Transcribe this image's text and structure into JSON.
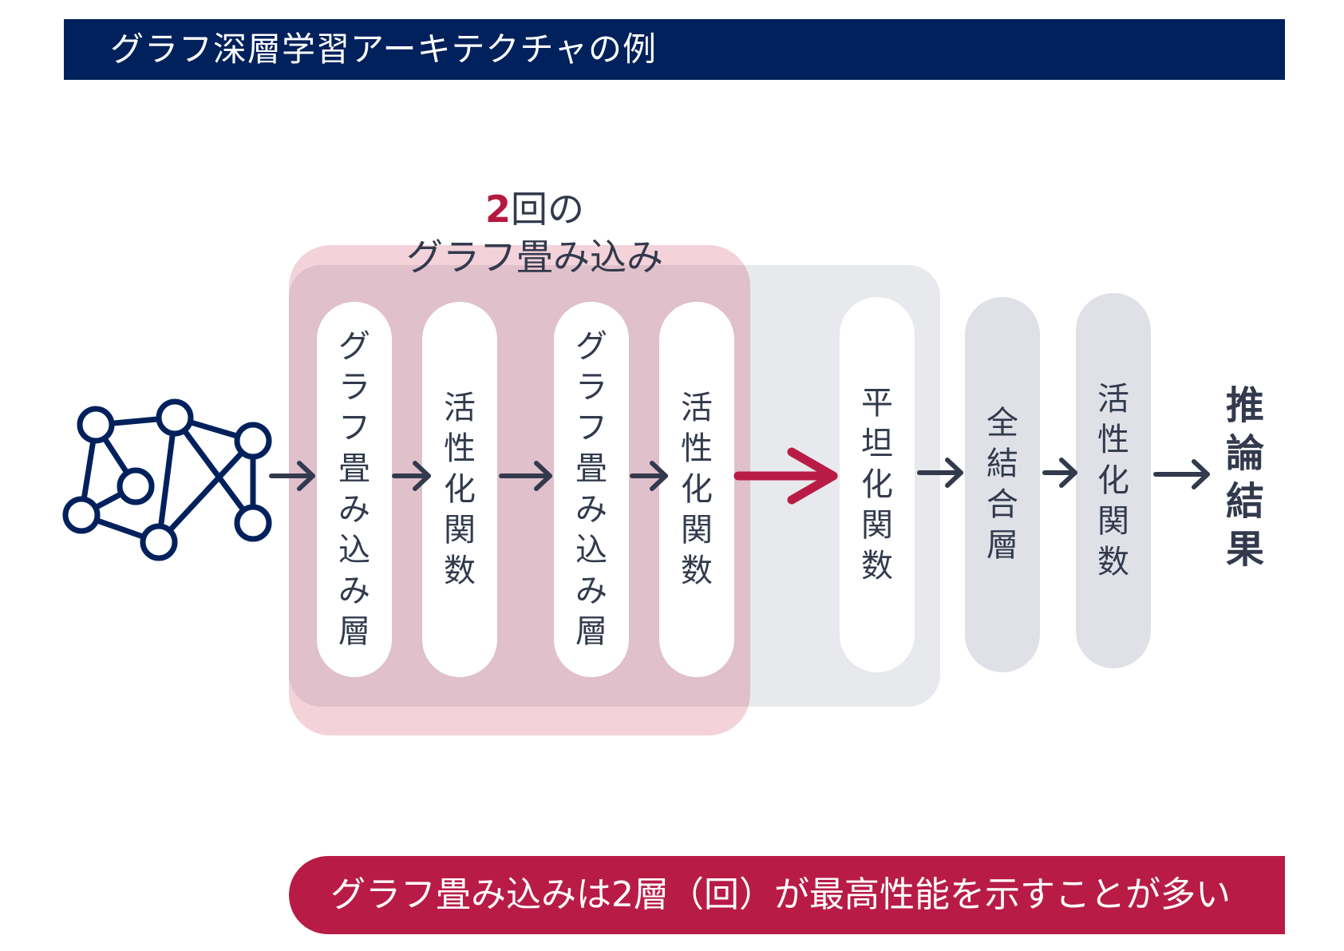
{
  "header": {
    "title": "グラフ深層学習アーキテクチャの例"
  },
  "group_label": {
    "number": "2",
    "line1_rest": "回の",
    "line2": "グラフ畳み込み"
  },
  "layers": [
    {
      "chars": [
        "グ",
        "ラ",
        "フ",
        "畳",
        "み",
        "込",
        "み",
        "層"
      ]
    },
    {
      "chars": [
        "活",
        "性",
        "化",
        "関",
        "数"
      ]
    },
    {
      "chars": [
        "グ",
        "ラ",
        "フ",
        "畳",
        "み",
        "込",
        "み",
        "層"
      ]
    },
    {
      "chars": [
        "活",
        "性",
        "化",
        "関",
        "数"
      ]
    },
    {
      "chars": [
        "平",
        "坦",
        "化",
        "関",
        "数"
      ]
    },
    {
      "chars": [
        "全",
        "結",
        "合",
        "層"
      ]
    },
    {
      "chars": [
        "活",
        "性",
        "化",
        "関",
        "数"
      ]
    }
  ],
  "result": {
    "chars": [
      "推",
      "論",
      "結",
      "果"
    ]
  },
  "footer": {
    "text": "グラフ畳み込みは2層（回）が最高性能を示すことが多い"
  },
  "colors": {
    "navy": "#00215c",
    "accent": "#b81c46",
    "text": "#333a4d",
    "icon": "graph-network-icon"
  }
}
